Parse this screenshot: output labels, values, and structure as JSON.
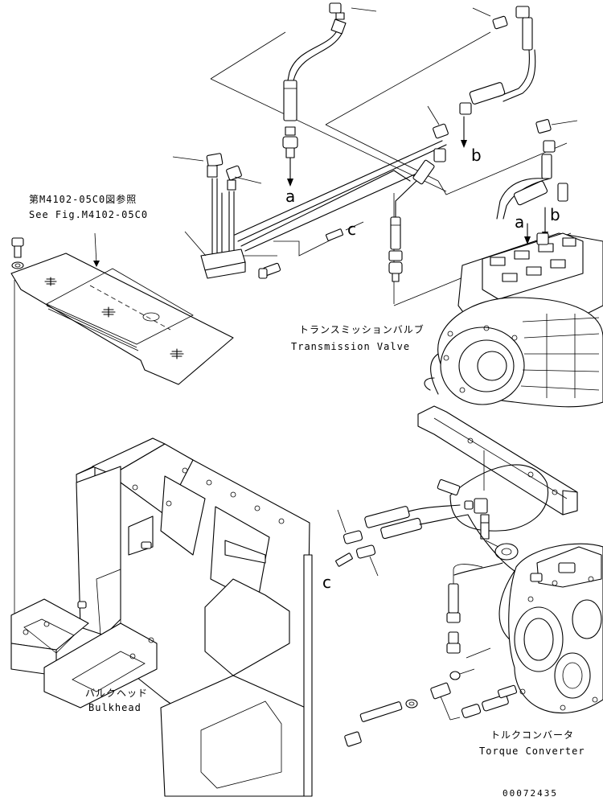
{
  "labels": {
    "ref_jp": "第M4102-05C0図参照",
    "ref_en": "See Fig.M4102-05C0",
    "transmission_jp": "トランスミッションバルブ",
    "transmission_en": "Transmission Valve",
    "bulkhead_jp": "バルクヘッド",
    "bulkhead_en": "Bulkhead",
    "torque_jp": "トルクコンバータ",
    "torque_en": "Torque Converter",
    "drawing_number": "00072435"
  },
  "callouts": {
    "a": "a",
    "b": "b",
    "c": "c"
  }
}
